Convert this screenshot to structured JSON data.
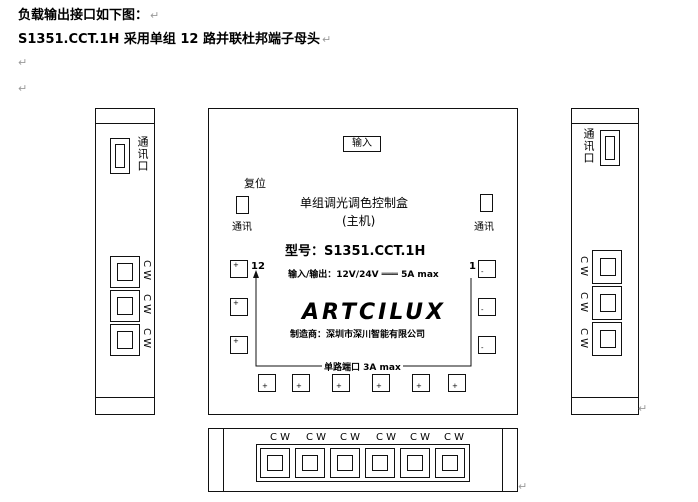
{
  "header": {
    "line1": "负载输出接口如下图：",
    "line2": "S1351.CCT.1H 采用单组 12 路并联杜邦端子母头"
  },
  "para_mark": "↵",
  "device": {
    "input_label": "输入",
    "reset_label": "复位",
    "comm_left": "通讯",
    "comm_right": "通讯",
    "title": "单组调光调色控制盒",
    "subtitle": "(主机)",
    "model": "型号：S1351.CCT.1H",
    "io_spec": "输入/输出：12V/24V ═══ 5A max",
    "brand": "ARTCILUX",
    "maker": "制造商：深圳市深川智能有限公司",
    "ports_label": "单路端口 3A max",
    "port_num_left": "12",
    "port_num_right": "1",
    "terminal_plus": "+",
    "terminal_minus": "-"
  },
  "side_left": {
    "comm_label": "通讯口",
    "cw_labels": [
      "C W",
      "C W",
      "C W"
    ]
  },
  "side_right": {
    "comm_label": "通讯口",
    "cw_labels": [
      "C W",
      "C W",
      "C W"
    ]
  },
  "bottom": {
    "cw_labels": [
      "C W",
      "C W",
      "C W",
      "C W",
      "C W",
      "C W"
    ]
  }
}
